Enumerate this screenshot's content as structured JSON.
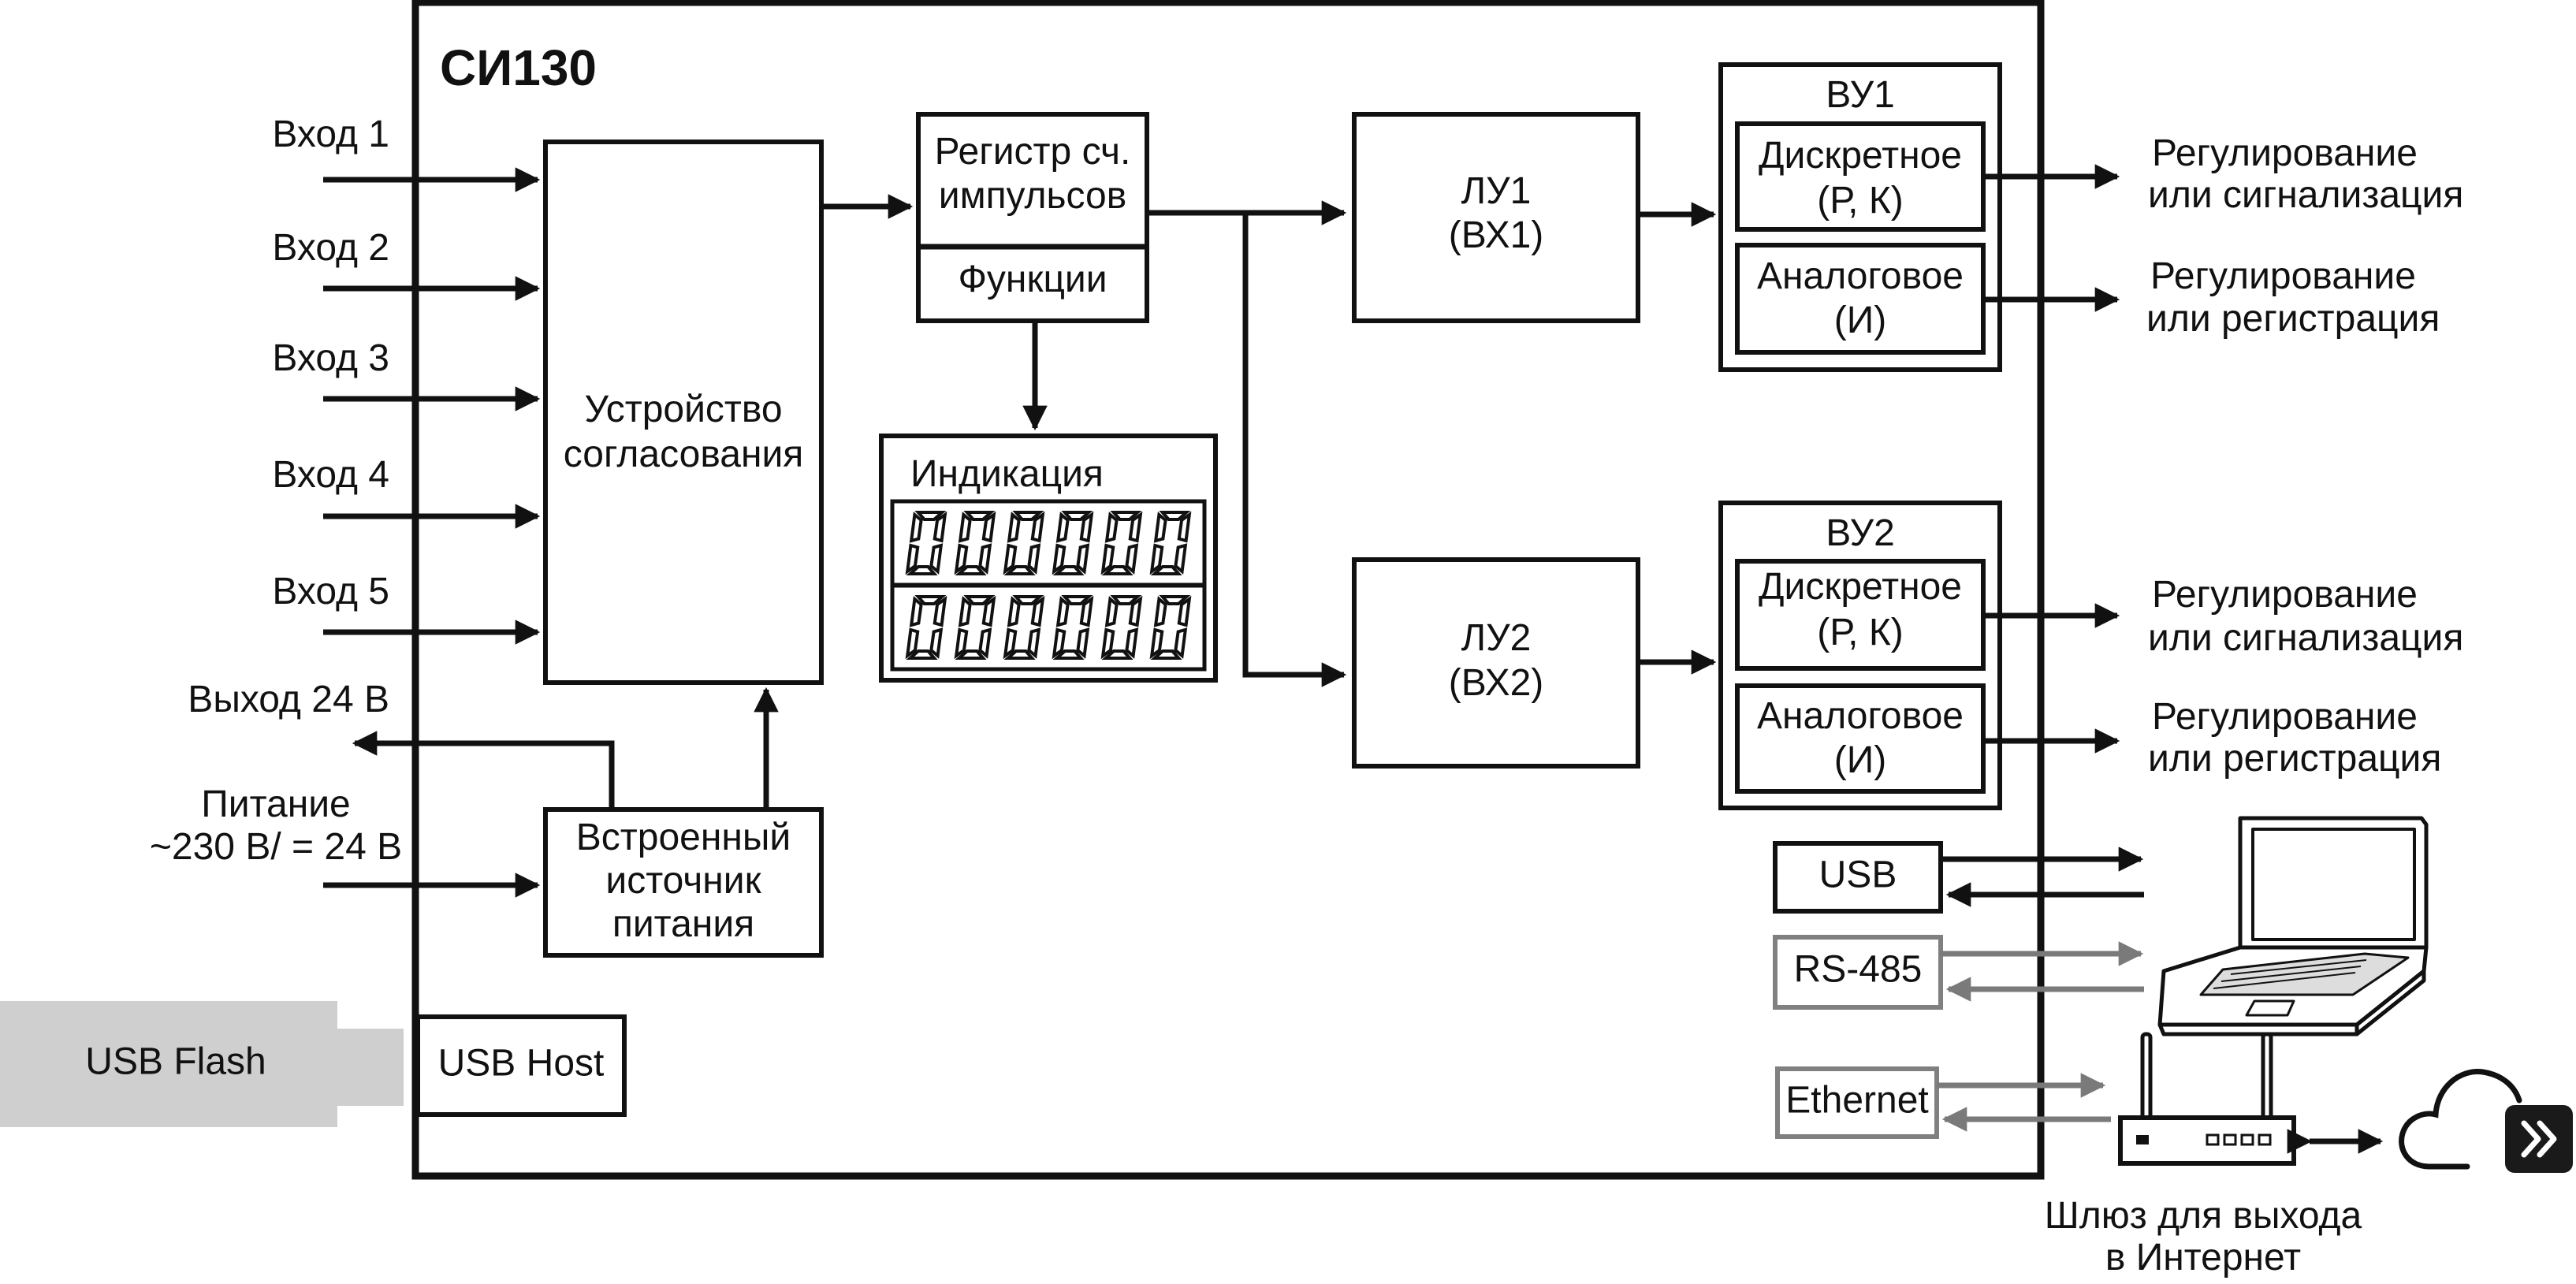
{
  "device": {
    "title": "СИ130"
  },
  "inputs": [
    "Вход 1",
    "Вход 2",
    "Вход 3",
    "Вход 4",
    "Вход 5"
  ],
  "output24": "Выход 24 В",
  "power": {
    "line1": "Питание",
    "line2": "~230 В/ = 24 В"
  },
  "blocks": {
    "matching": {
      "line1": "Устройство",
      "line2": "согласования"
    },
    "counter": {
      "line1": "Регистр сч.",
      "line2": "импульсов"
    },
    "functions": "Функции",
    "display": {
      "title": "Индикация",
      "digits": "000000"
    },
    "psu": {
      "line1": "Встроенный",
      "line2": "источник",
      "line3": "питания"
    },
    "lu1": {
      "line1": "ЛУ1",
      "line2": "(ВХ1)"
    },
    "lu2": {
      "line1": "ЛУ2",
      "line2": "(ВХ2)"
    },
    "vu1": {
      "title": "ВУ1",
      "discrete": {
        "line1": "Дискретное",
        "line2": "(Р, К)"
      },
      "analog": {
        "line1": "Аналоговое",
        "line2": "(И)"
      }
    },
    "vu2": {
      "title": "ВУ2",
      "discrete": {
        "line1": "Дискретное",
        "line2": "(Р, К)"
      },
      "analog": {
        "line1": "Аналоговое",
        "line2": "(И)"
      }
    },
    "usb_host": "USB Host",
    "usb_flash": "USB Flash",
    "usb": "USB",
    "rs485": "RS-485",
    "ethernet": "Ethernet"
  },
  "outputs": {
    "vu1_discrete": {
      "line1": "Регулирование",
      "line2": "или сигнализация"
    },
    "vu1_analog": {
      "line1": "Регулирование",
      "line2": "или регистрация"
    },
    "vu2_discrete": {
      "line1": "Регулирование",
      "line2": "или сигнализация"
    },
    "vu2_analog": {
      "line1": "Регулирование",
      "line2": "или регистрация"
    }
  },
  "gateway": {
    "line1": "Шлюз для выхода",
    "line2": "в Интернет"
  },
  "icons": [
    "laptop-icon",
    "router-icon",
    "cloud-icon",
    "forward-icon"
  ],
  "colors": {
    "ink": "#111111",
    "gray_link": "#7a7a7a",
    "flash_fill": "#cfcfcf",
    "badge": "#1a1a1a"
  }
}
